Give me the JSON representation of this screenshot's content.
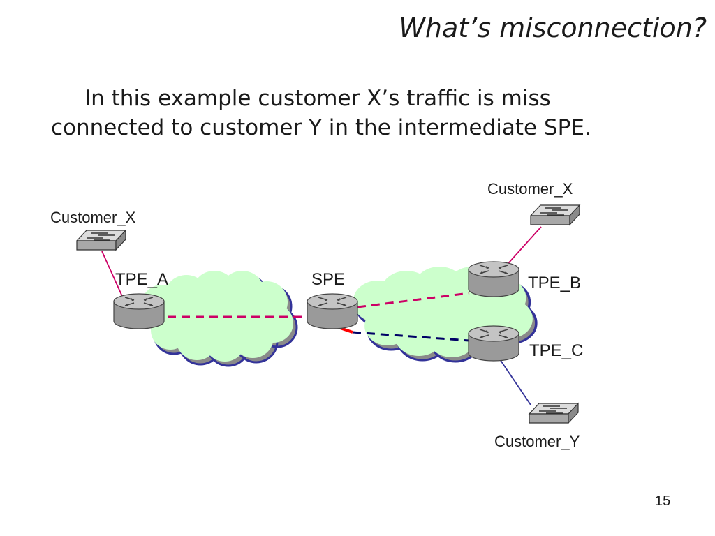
{
  "slide": {
    "title": "What’s misconnection?",
    "body": "In this example customer X’s traffic is miss connected to customer Y in the intermediate SPE.",
    "page_number": "15"
  },
  "diagram": {
    "nodes": {
      "customer_x_left": "Customer_X",
      "customer_x_right": "Customer_X",
      "customer_y": "Customer_Y",
      "tpe_a": "TPE_A",
      "spe": "SPE",
      "tpe_b": "TPE_B",
      "tpe_c": "TPE_C"
    },
    "colors": {
      "cloud_fill": "#ccffcc",
      "cloud_stroke": "#333399",
      "customer_x_link": "#cc0066",
      "customer_y_link": "#333399",
      "x_path": "#cc0066",
      "y_path": "#000066",
      "misconnection": "#ff0000"
    },
    "icons": [
      "switch-icon",
      "router-icon",
      "cloud-icon"
    ]
  }
}
